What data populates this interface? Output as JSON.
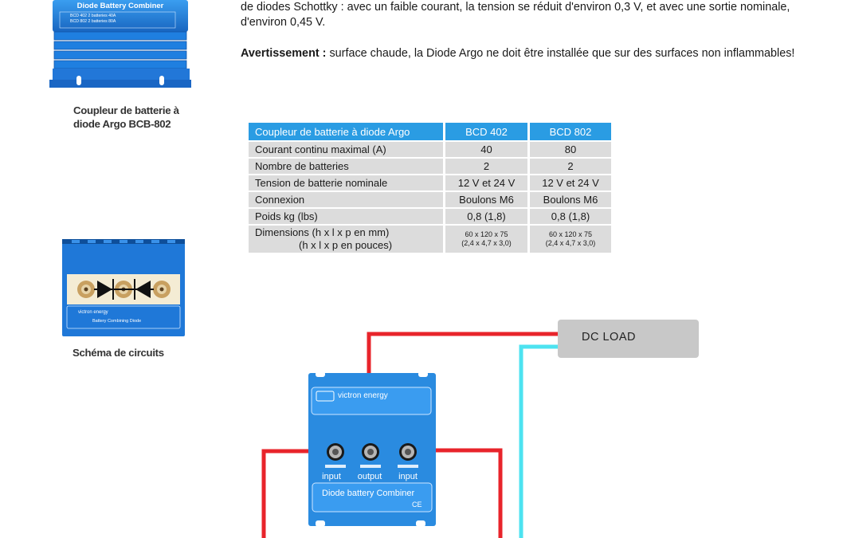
{
  "intro_text": "de diodes Schottky : avec un faible courant, la tension se réduit d'environ 0,3 V, et avec une sortie nominale, d'environ 0,45 V.",
  "warning": {
    "label": "Avertissement :",
    "text": " surface chaude, la Diode Argo ne doit être installée que sur des surfaces non inflammables!"
  },
  "photo1": {
    "device_title": "Diode Battery Combiner",
    "lines": [
      "BCD 402   2 batteries 40A",
      "BCD 802   2 batteries 80A"
    ],
    "caption": "Coupleur de batterie à diode Argo BCB-802"
  },
  "photo2": {
    "brand": "victron energy",
    "label": "Battery Combining Diode",
    "caption": "Schéma de circuits"
  },
  "table": {
    "headers": [
      "Coupleur de batterie à diode Argo",
      "BCD 402",
      "BCD 802"
    ],
    "rows": [
      [
        "Courant continu maximal (A)",
        "40",
        "80"
      ],
      [
        "Nombre de batteries",
        "2",
        "2"
      ],
      [
        "Tension de batterie nominale",
        "12 V et 24 V",
        "12 V et 24 V"
      ],
      [
        "Connexion",
        "Boulons M6",
        "Boulons M6"
      ],
      [
        "Poids kg (lbs)",
        "0,8   (1,8)",
        "0,8   (1,8)"
      ]
    ],
    "dimensions": {
      "label1": "Dimensions (h x l x p en mm)",
      "label2": "(h x l x p en pouces)",
      "bcd402_mm": "60 x 120 x 75",
      "bcd402_in": "(2,4 x 4,7 x 3,0)",
      "bcd802_mm": "60 x 120 x 75",
      "bcd802_in": "(2,4 x 4,7 x 3,0)"
    }
  },
  "diagram": {
    "dc_load": "DC LOAD",
    "brand": "victron energy",
    "terminals": [
      "input",
      "output",
      "input"
    ],
    "device_label": "Diode battery Combiner",
    "ce": "CE",
    "colors": {
      "positive": "#e8242b",
      "load_return": "#4de3f0",
      "device": "#2a8be0"
    }
  }
}
